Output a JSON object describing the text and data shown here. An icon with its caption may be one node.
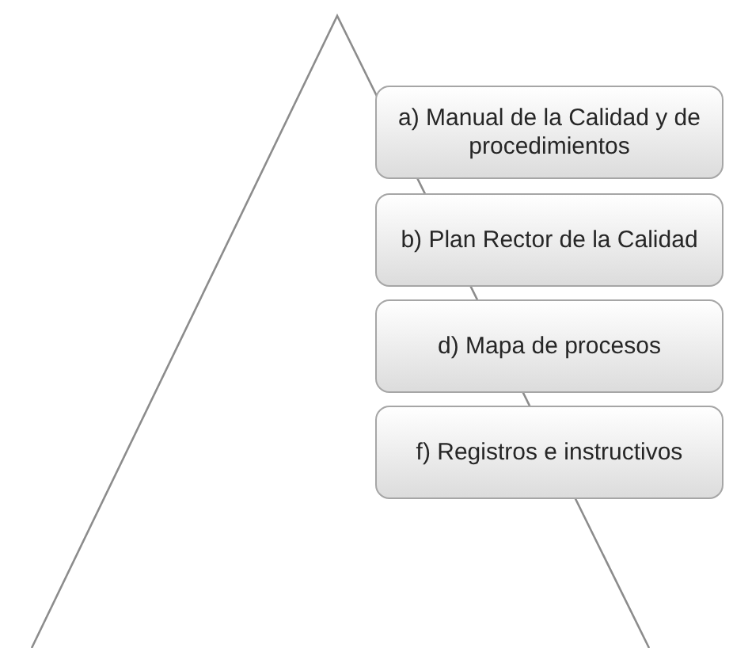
{
  "diagram": {
    "nodes": [
      {
        "text": [
          "a) Manual de la Calidad y de procedimientos"
        ]
      },
      {
        "text": [
          "b) Plan Rector de la Calidad"
        ]
      },
      {
        "text": [
          "d) Mapa de procesos"
        ]
      },
      {
        "text": [
          "f) Registros e instructivos"
        ]
      }
    ]
  }
}
